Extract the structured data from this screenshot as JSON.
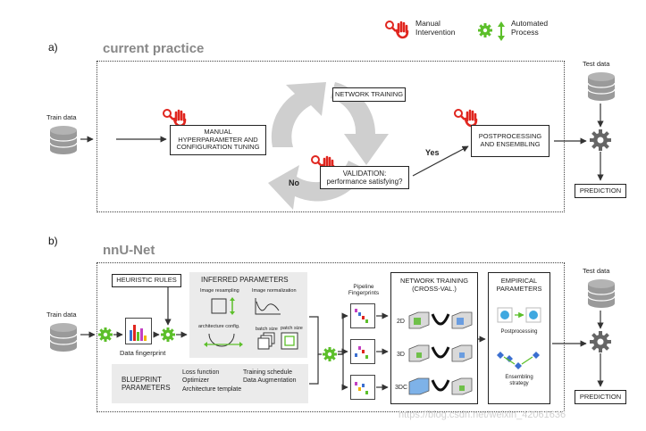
{
  "legend": {
    "manual": "Manual\nIntervention",
    "automated": "Automated\nProcess"
  },
  "panel_a": {
    "letter": "a)",
    "title": "current practice",
    "train_data": "Train data",
    "test_data": "Test data",
    "manual_tuning": "MANUAL\nHYPERPARAMETER AND\nCONFIGURATION TUNING",
    "network_training": "NETWORK TRAINING",
    "validation": "VALIDATION:\nperformance satisfying?",
    "yes": "Yes",
    "no": "No",
    "postprocessing": "POSTPROCESSING\nAND ENSEMBLING",
    "prediction": "PREDICTION"
  },
  "panel_b": {
    "letter": "b)",
    "title": "nnU-Net",
    "train_data": "Train data",
    "test_data": "Test data",
    "heuristic_rules": "HEURISTIC RULES",
    "data_fingerprint": "Data fingerprint",
    "inferred_parameters": "INFERRED PARAMETERS",
    "image_resampling": "Image resampling",
    "image_normalization": "Image normalization",
    "architecture_config": "architecture config.",
    "batch_size": "batch size",
    "patch_size": "patch size",
    "blueprint_parameters": "BLUEPRINT\nPARAMETERS",
    "blueprint_col1": "Loss function\nOptimizer\nArchitecture template",
    "blueprint_col2": "Training schedule\nData Augmentation",
    "pipeline_fingerprints": "Pipeline\nFingerprints",
    "network_training": "NETWORK TRAINING\n(CROSS-VAL.)",
    "conf_2d": "2D",
    "conf_3d": "3D",
    "conf_3dc": "3DC",
    "empirical_parameters": "EMPIRICAL\nPARAMETERS",
    "postprocessing": "Postprocessing",
    "ensembling_strategy": "Ensembling\nstrategy",
    "prediction": "PREDICTION"
  },
  "watermark": "https://blog.csdn.net/weixin_42061636",
  "colors": {
    "manual_red": "#e0261f",
    "automated_green": "#5cbf2a",
    "gray_arrow": "#cfcfcf",
    "panel_gray": "#ebebeb",
    "database": "#9a9a9a"
  }
}
